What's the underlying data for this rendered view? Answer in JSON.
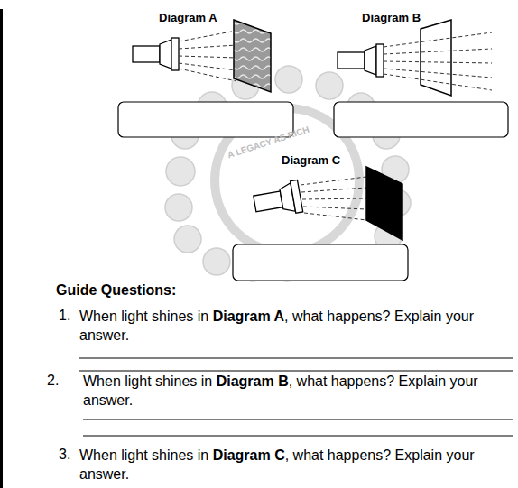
{
  "diagram": {
    "labels": [
      "Diagram A",
      "Diagram B",
      "Diagram C",
      "A LEGACY AS RICH",
      "Guide Questions:",
      "1.",
      "When light shines in",
      "Diagram A",
      ", what happens? Explain your answer.",
      "2.",
      "When light shines in",
      "Diagram B",
      ", what happens? Explain your answer.",
      "3.",
      "When light shines in",
      "Diagram C",
      ", what happens? Explain your answer."
    ]
  }
}
